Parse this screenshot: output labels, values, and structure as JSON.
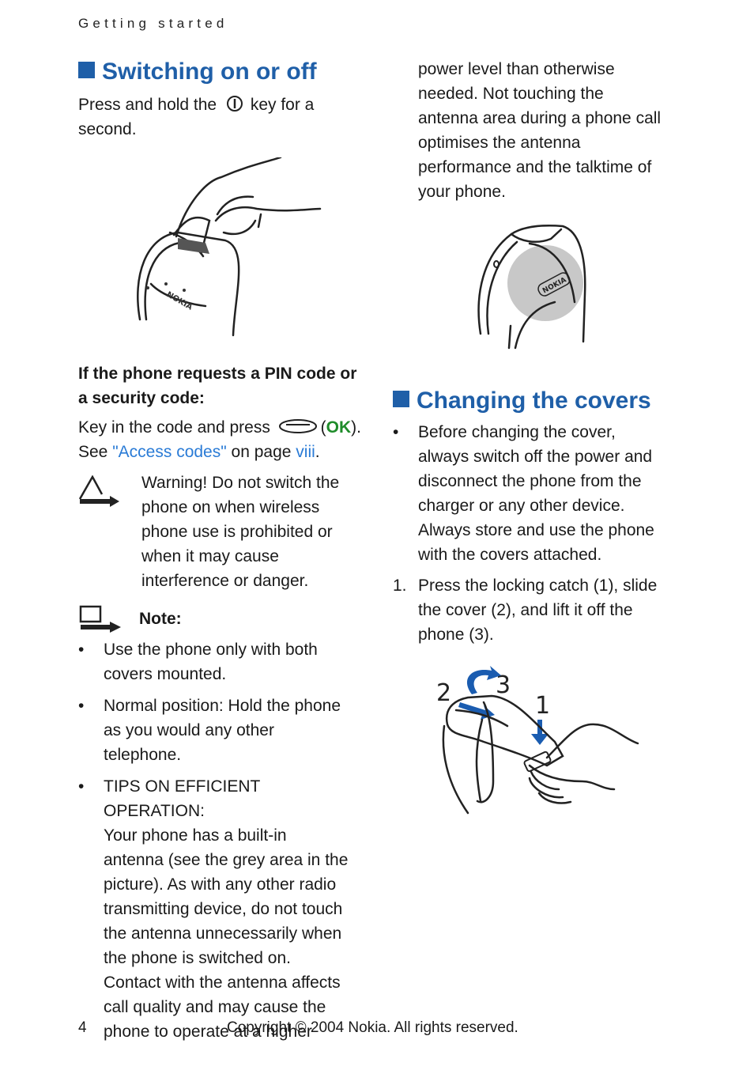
{
  "header": {
    "running_title": "Getting started"
  },
  "section1": {
    "title": "Switching on or off",
    "power_text_before": "Press and hold the",
    "power_key_icon": "power-key-icon",
    "power_text_after": "key for a",
    "power_text_line2": "second."
  },
  "pin": {
    "heading_line1": "If the phone requests a PIN code or",
    "heading_line2": "a security code:",
    "text_before": "Key in the code and press",
    "select_key_icon": "select-key-icon",
    "open_paren": "(",
    "ok_label": "OK",
    "close_paren": ").",
    "see_label": "See",
    "link_text": "\"Access codes\"",
    "on_page": "on page",
    "page_ref": "viii",
    "period": "."
  },
  "warning": {
    "label": "Warning!",
    "line1_rest": "Do not switch the",
    "lines": [
      "phone on when wireless",
      "phone use is prohibited or",
      "when it may cause",
      "interference or danger."
    ]
  },
  "note": {
    "label": "Note:",
    "bullets": [
      [
        "Use the phone only with both",
        "covers mounted."
      ],
      [
        "Normal position: Hold the phone",
        "as you would any other",
        "telephone."
      ],
      [
        "TIPS ON EFFICIENT OPERATION:",
        "Your phone has a built-in",
        "antenna (see the grey area in the",
        "picture). As with any other radio",
        "transmitting device, do not touch",
        "the antenna unnecessarily when",
        "the phone is switched on.",
        "Contact with the antenna affects",
        "call quality and may cause the",
        "phone to operate at a higher"
      ]
    ]
  },
  "right_continuation": [
    "power level than otherwise",
    "needed. Not touching the",
    "antenna area during a phone call",
    "optimises the antenna",
    "performance and the talktime of",
    "your phone."
  ],
  "section2": {
    "title": "Changing the covers",
    "bullet_lines": [
      "Before changing the cover,",
      "always switch off the power and",
      "disconnect the phone from the",
      "charger or any other device.",
      "Always store and use the phone",
      "with the covers attached."
    ],
    "step_number": "1.",
    "step_lines": [
      "Press the locking catch (1), slide",
      "the cover (2), and lift it off the",
      "phone (3)."
    ]
  },
  "figures": {
    "phone_logo": "NOKIA",
    "covers_step_labels": [
      "2",
      "3",
      "1"
    ]
  },
  "footer": {
    "page_number": "4",
    "copyright": "Copyright © 2004 Nokia. All rights reserved."
  },
  "colors": {
    "heading_blue": "#1f5fa8",
    "link_blue": "#2a7bd6",
    "ok_green": "#1f8c2a",
    "antenna_grey": "#c8c8c8"
  }
}
